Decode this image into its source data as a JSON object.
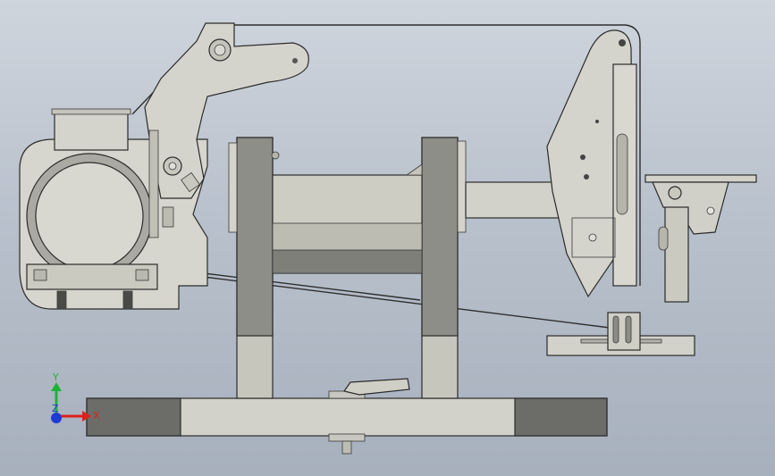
{
  "viewport": {
    "background_top": "#cfd5dd",
    "background_bottom": "#a7b0bd"
  },
  "colors": {
    "part_light": "#d4d4cc",
    "part_mid": "#bdbdb4",
    "part_dark": "#8a8a84",
    "part_shadow": "#6e6e6a",
    "outline": "#2b2b2b"
  },
  "triad": {
    "y_label": "Y",
    "x_label": "X",
    "z_label": "Z",
    "y_color": "#1db33a",
    "x_color": "#e0201c",
    "z_color": "#1f3bd6"
  }
}
